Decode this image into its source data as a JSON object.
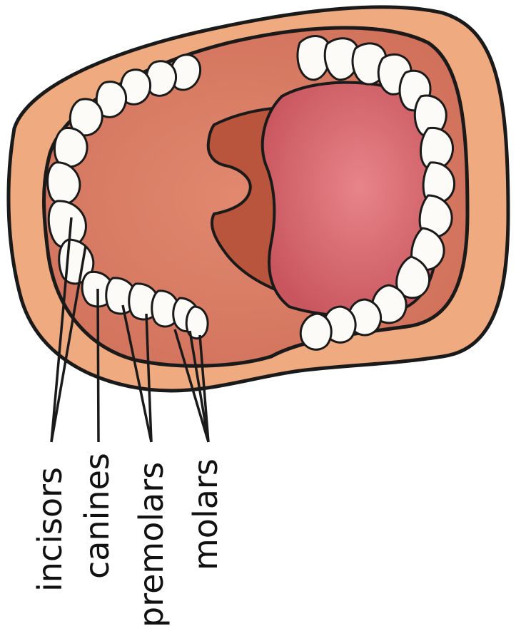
{
  "labels": {
    "incisors": "incisors",
    "canines": "canines",
    "premolars": "premolars",
    "molars": "molars"
  },
  "colors": {
    "lip": "#f0aa80",
    "mouth_interior": "#de8268",
    "throat": "#b9553c",
    "tongue": "#d9686e",
    "tooth": "#fcfbf7",
    "outline": "#1a1a1a"
  }
}
